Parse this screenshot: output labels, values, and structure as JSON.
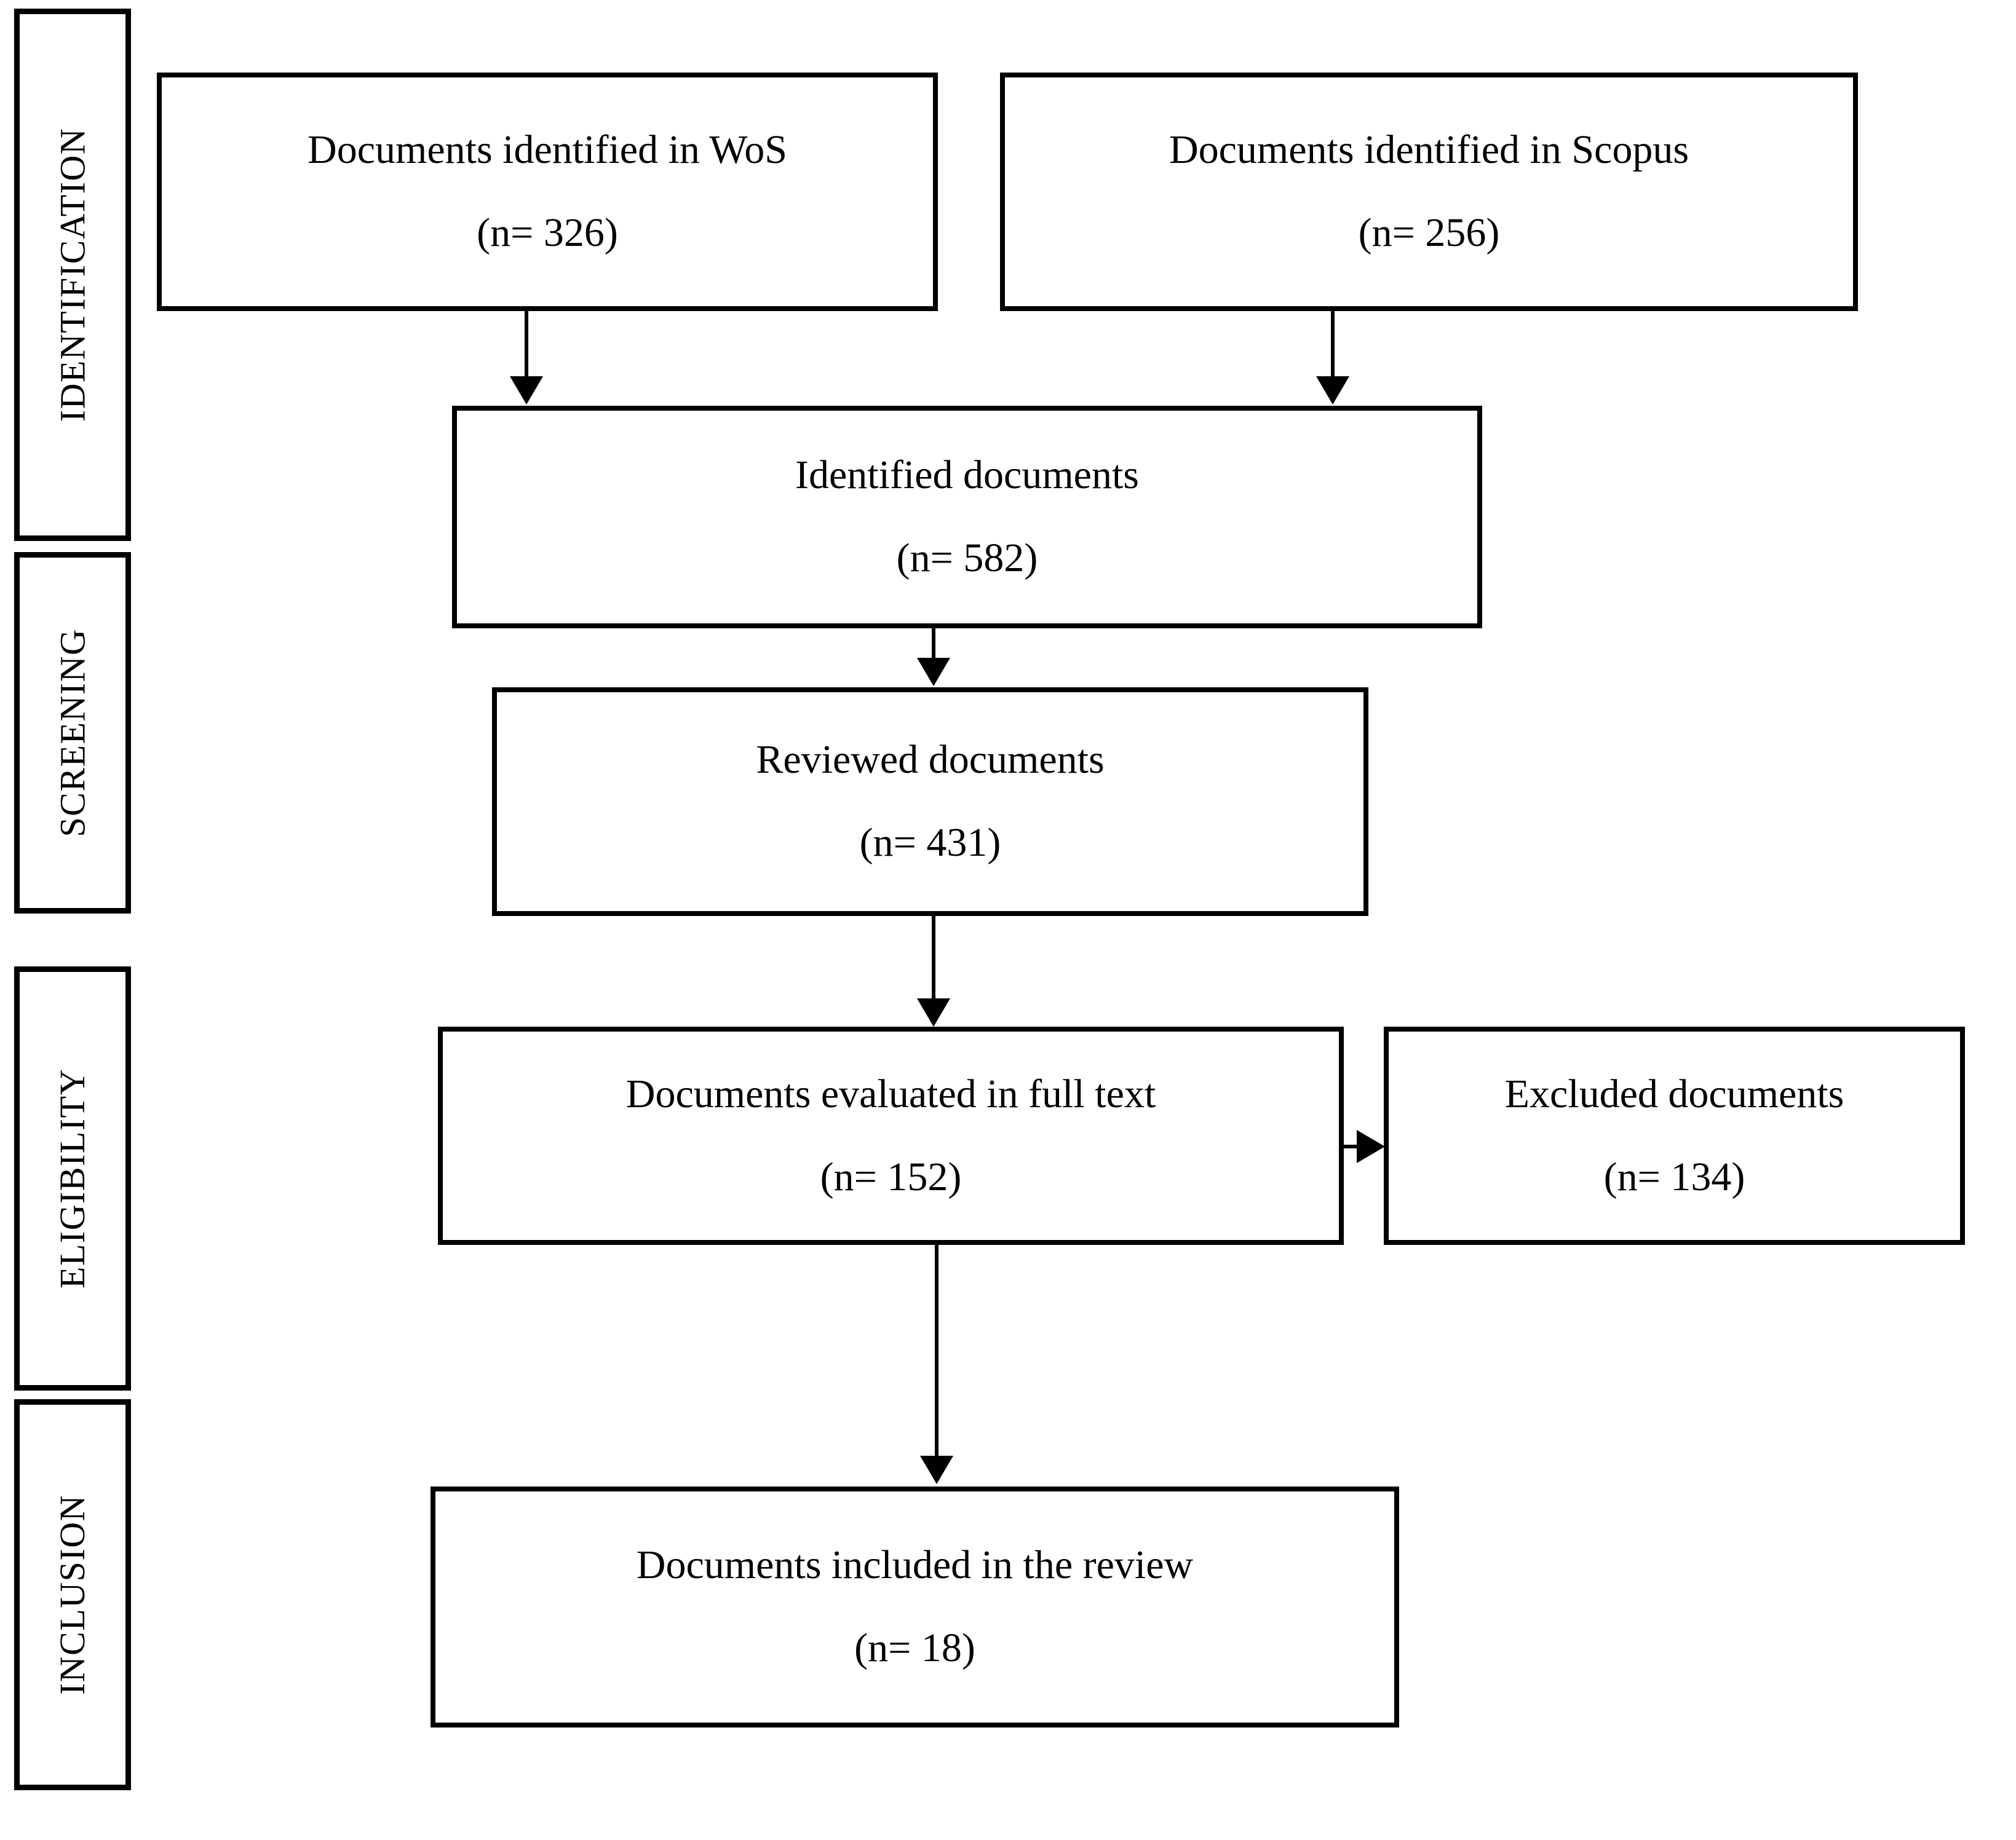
{
  "figure": {
    "type": "prisma-flow-diagram",
    "background_color": "#ffffff",
    "line_color": "#000000"
  },
  "stages": [
    {
      "label": "IDENTIFICATION"
    },
    {
      "label": "SCREENING"
    },
    {
      "label": "ELIGIBILITY"
    },
    {
      "label": "INCLUSION"
    }
  ],
  "boxes": {
    "wos": {
      "title": "Documents identified in WoS",
      "count": "(n= 326)"
    },
    "scopus": {
      "title": "Documents identified in Scopus",
      "count": "(n= 256)"
    },
    "identified": {
      "title": "Identified documents",
      "count": "(n= 582)"
    },
    "reviewed": {
      "title": "Reviewed documents",
      "count": "(n= 431)"
    },
    "fulltext": {
      "title": "Documents evaluated in full text",
      "count": "(n= 152)"
    },
    "excluded": {
      "title": "Excluded documents",
      "count": "(n= 134)"
    },
    "included": {
      "title": "Documents included in the review",
      "count": "(n= 18)"
    }
  },
  "flow": [
    {
      "from": "wos",
      "to": "identified",
      "direction": "down"
    },
    {
      "from": "scopus",
      "to": "identified",
      "direction": "down"
    },
    {
      "from": "identified",
      "to": "reviewed",
      "direction": "down"
    },
    {
      "from": "reviewed",
      "to": "fulltext",
      "direction": "down"
    },
    {
      "from": "fulltext",
      "to": "excluded",
      "direction": "right"
    },
    {
      "from": "fulltext",
      "to": "included",
      "direction": "down"
    }
  ]
}
